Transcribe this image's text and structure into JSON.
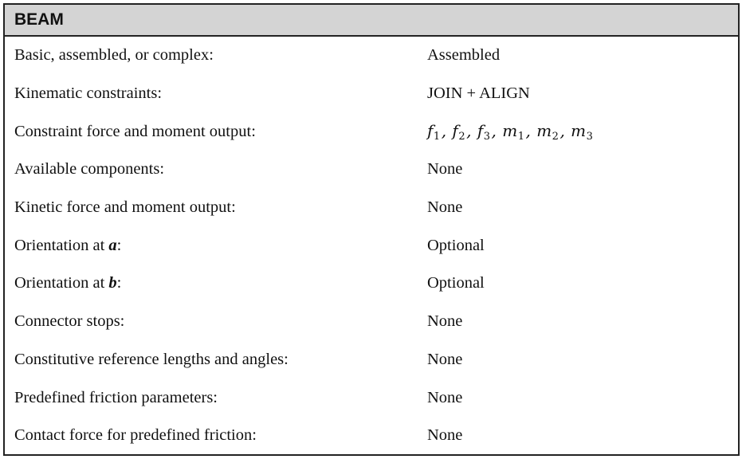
{
  "header": {
    "title": "BEAM"
  },
  "rows": [
    {
      "label": "Basic, assembled, or complex:",
      "value": "Assembled"
    },
    {
      "label": "Kinematic constraints:",
      "value": "JOIN + ALIGN"
    },
    {
      "label": "Constraint force and moment output:",
      "value": "f1, f2, f3, m1, m2, m3"
    },
    {
      "label": "Available components:",
      "value": "None"
    },
    {
      "label": "Kinetic force and moment output:",
      "value": "None"
    },
    {
      "label_prefix": "Orientation at ",
      "label_var": "a",
      "label_suffix": ":",
      "value": "Optional"
    },
    {
      "label_prefix": "Orientation at ",
      "label_var": "b",
      "label_suffix": ":",
      "value": "Optional"
    },
    {
      "label": "Connector stops:",
      "value": "None"
    },
    {
      "label": "Constitutive reference lengths and angles:",
      "value": "None"
    },
    {
      "label": "Predefined friction parameters:",
      "value": "None"
    },
    {
      "label": "Contact force for predefined friction:",
      "value": "None"
    }
  ],
  "math_output": {
    "terms": [
      {
        "var": "f",
        "sub": "1"
      },
      {
        "var": "f",
        "sub": "2"
      },
      {
        "var": "f",
        "sub": "3"
      },
      {
        "var": "m",
        "sub": "1"
      },
      {
        "var": "m",
        "sub": "2"
      },
      {
        "var": "m",
        "sub": "3"
      }
    ]
  }
}
